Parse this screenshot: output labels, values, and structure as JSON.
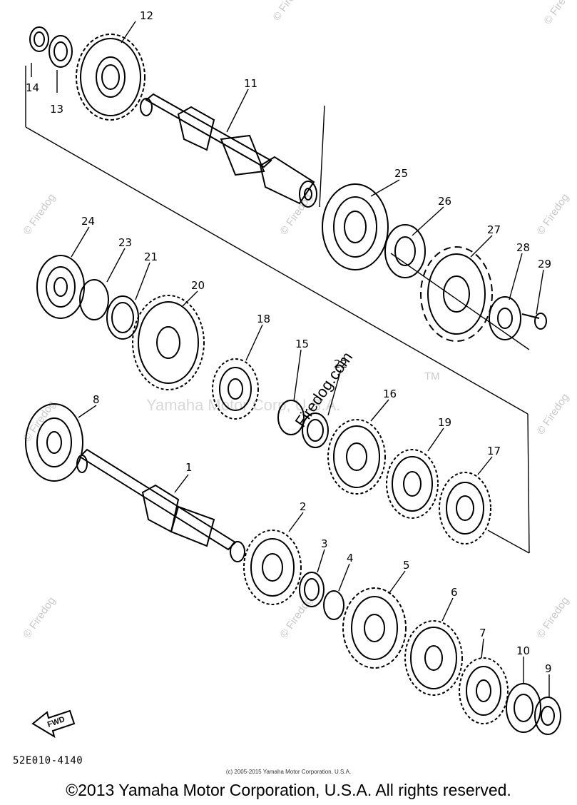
{
  "diagram_code": "52E010-4140",
  "fwd_label": "FWD",
  "small_copyright": "(c) 2005-2015 Yamaha Motor Corporation, U.S.A.",
  "copyright": "©2013 Yamaha Motor Corporation, U.S.A. All rights reserved.",
  "watermark": "© Firedog",
  "watermark_site": "Firedog.com",
  "center_watermark": "Yamaha Motor Corp, U.S.A.",
  "trademark": "TM",
  "callouts": [
    "1",
    "2",
    "3",
    "4",
    "5",
    "6",
    "7",
    "8",
    "9",
    "10",
    "11",
    "12",
    "13",
    "14",
    "15",
    "16",
    "17",
    "18",
    "19",
    "20",
    "21",
    "22",
    "23",
    "24",
    "25",
    "26",
    "27",
    "28",
    "29"
  ]
}
